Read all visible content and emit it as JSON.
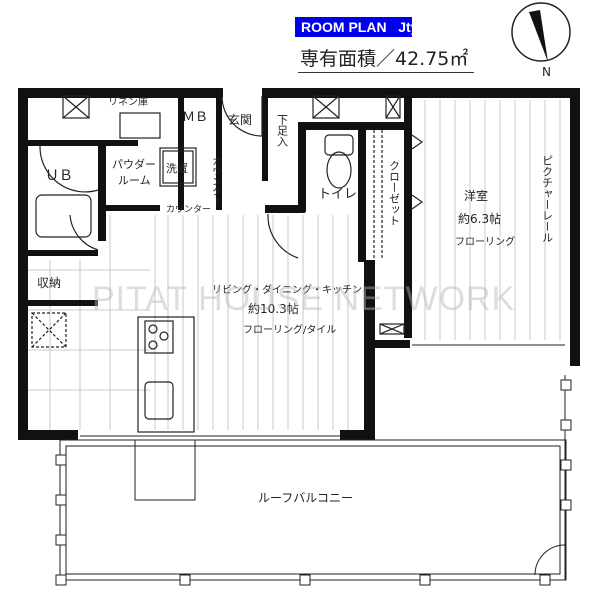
{
  "header": {
    "title": "ROOM PLAN   Jtype",
    "area_label": "専有面積／42.75㎡",
    "title_bg_color": "#0000ee",
    "compass_label": "N"
  },
  "rooms": {
    "linen": "リネン庫",
    "mb": "ＭＢ",
    "entrance": "玄関",
    "shoe": "下足入",
    "ub": "ＵＢ",
    "powder": [
      "パウダー",
      "ルーム"
    ],
    "washer": "洗置",
    "counter_v": "カウンター",
    "counter_h": "カウンター",
    "toilet": "トイレ",
    "closet": "クローゼット",
    "western": [
      "洋室",
      "約6.3帖",
      "フローリング"
    ],
    "picture_rail": "ピクチャーレール",
    "storage": "収納",
    "ldk": [
      "リビング・ダイニング・キッチン",
      "約10.3帖",
      "フローリング/タイル"
    ],
    "balcony": "ルーフバルコニー"
  },
  "watermark": "PITAT HOUSE NETWORK"
}
